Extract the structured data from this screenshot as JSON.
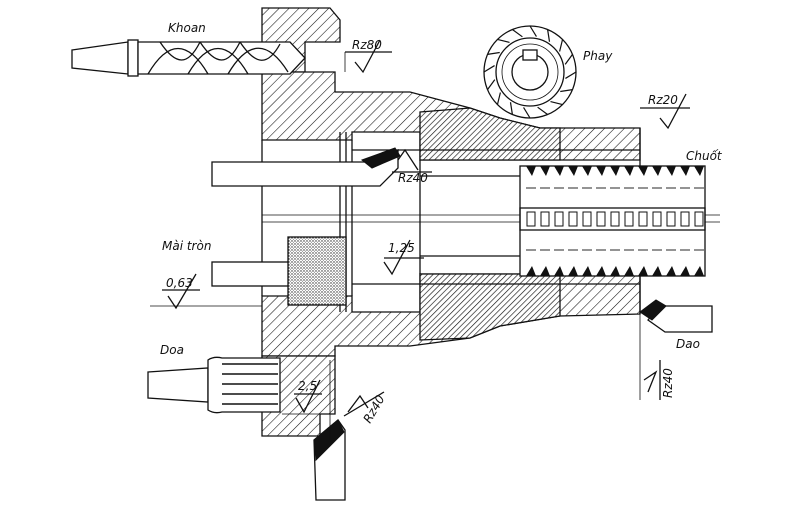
{
  "labels": {
    "drill": "Khoan",
    "mill": "Phay",
    "broach": "Chuốt",
    "grind": "Mài tròn",
    "ream": "Doa",
    "turn": "Dao"
  },
  "roughness": {
    "drill": "Rz80",
    "mill": "Rz20",
    "bore": "Rz40",
    "grind": "1,25",
    "grind_ext": "0,63",
    "ream": "2,5",
    "face": "Rz40",
    "turn": "Rz40"
  }
}
